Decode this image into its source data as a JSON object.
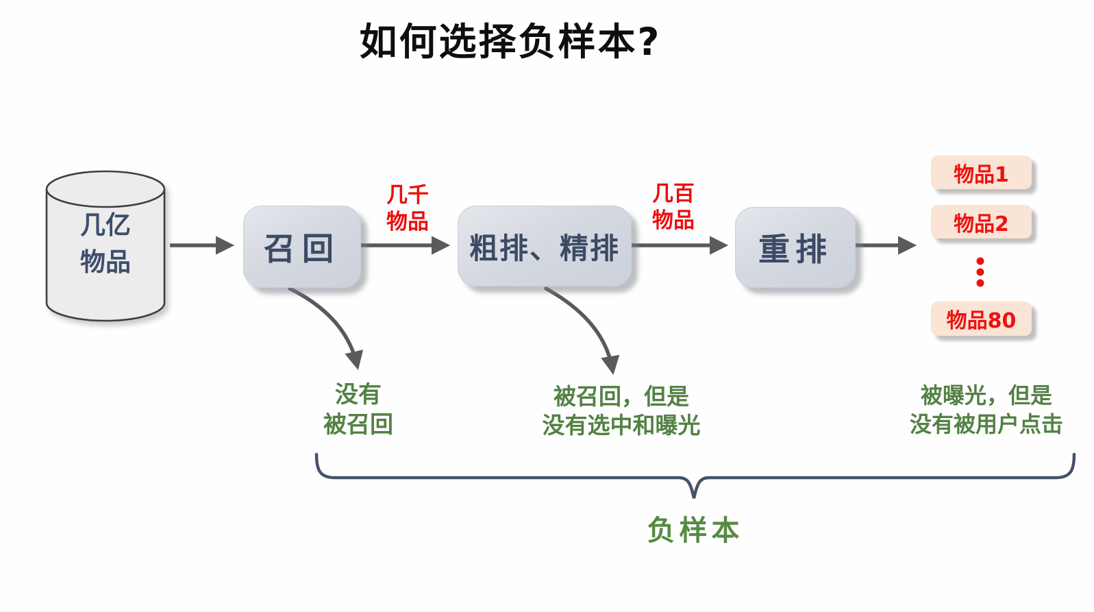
{
  "title": "如何选择负样本?",
  "source": {
    "shape": "database-cylinder",
    "label_line1": "几亿",
    "label_line2": "物品"
  },
  "pipeline": {
    "stages": [
      {
        "label": "召回"
      },
      {
        "label": "粗排、精排"
      },
      {
        "label": "重排"
      }
    ],
    "edge_labels": [
      {
        "line1": "几千",
        "line2": "物品"
      },
      {
        "line1": "几百",
        "line2": "物品"
      }
    ]
  },
  "outputs": {
    "items": [
      {
        "label": "物品1"
      },
      {
        "label": "物品2"
      },
      {
        "label": "物品80"
      }
    ],
    "ellipsis_icon": "vertical-dots"
  },
  "annotations": [
    {
      "line1": "没有",
      "line2": "被召回"
    },
    {
      "line1": "被召回，但是",
      "line2": "没有选中和曝光"
    },
    {
      "line1": "被曝光，但是",
      "line2": "没有被用户点击"
    }
  ],
  "brace_label": "负样本",
  "colors": {
    "title_text": "#0e0e0e",
    "stage_box_fill": "#d5d9e0",
    "stage_box_text": "#3d4a66",
    "cylinder_fill": "#ececec",
    "cylinder_stroke": "#3e3e3e",
    "cylinder_text": "#3d4e6b",
    "edge_label_red": "#ee0d0d",
    "item_box_fill": "#fae4d5",
    "item_text_red": "#ee1111",
    "annotation_green": "#538145",
    "brace_stroke": "#46526a",
    "arrow_gray": "#595a5c"
  }
}
